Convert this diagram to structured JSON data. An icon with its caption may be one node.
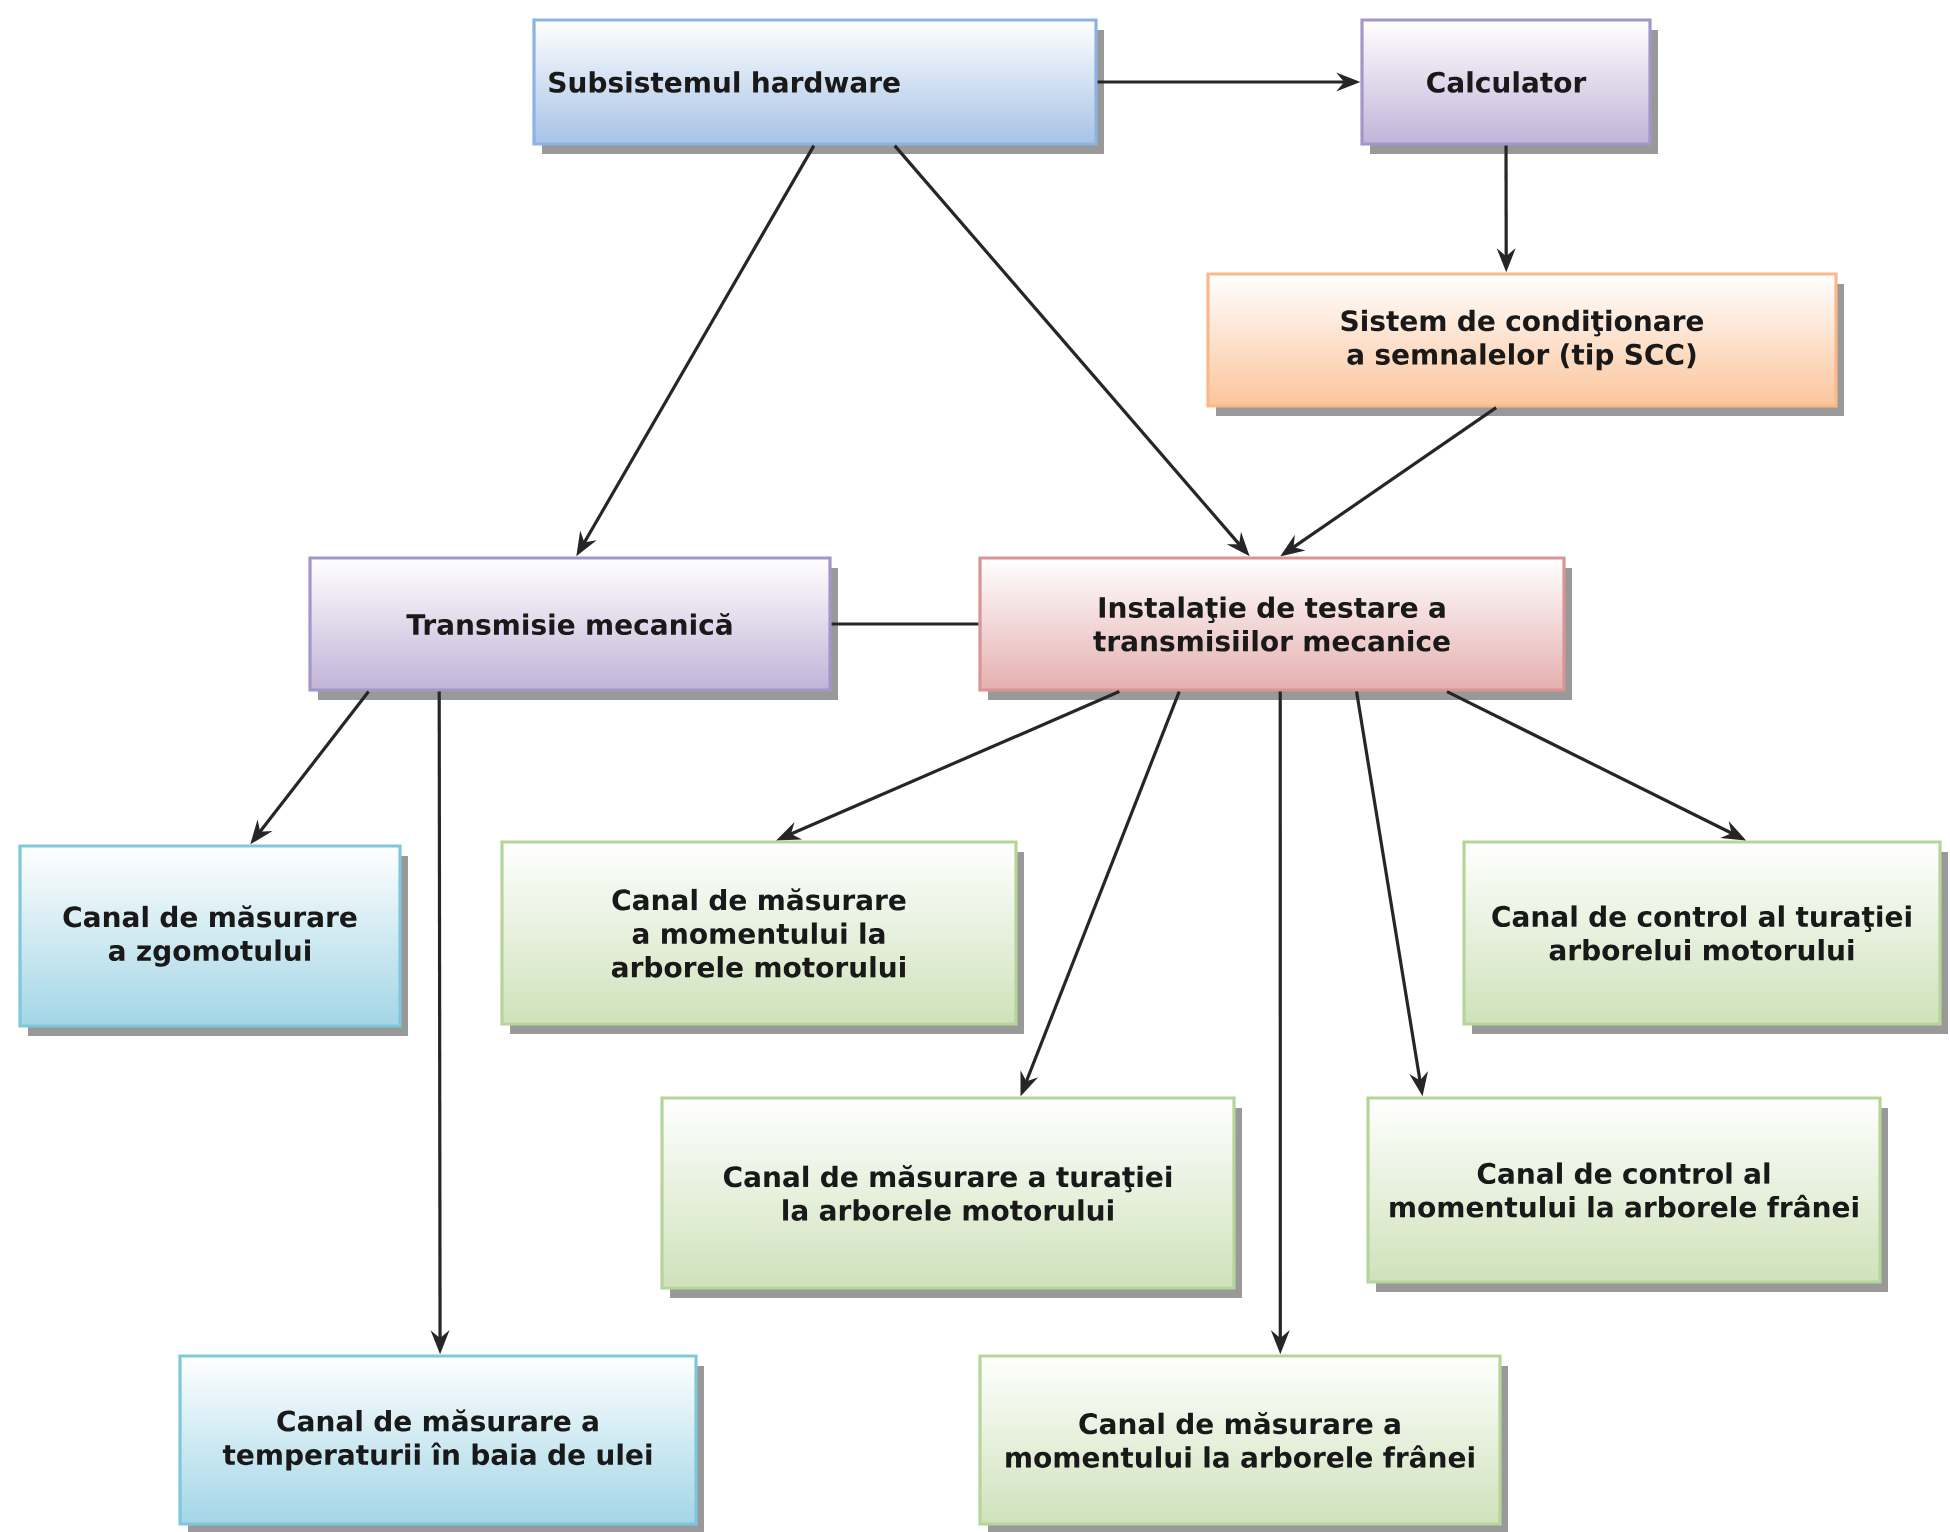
{
  "diagram": {
    "nodes": [
      {
        "text": [
          "Subsistemul hardware"
        ]
      },
      {
        "text": [
          "Calculator"
        ]
      },
      {
        "text": [
          "Sistem de condiţionare a semnalelor (tip SCC)"
        ]
      },
      {
        "text": [
          "Transmisie mecanică"
        ]
      },
      {
        "text": [
          "Instalaţie de testare a transmisiilor mecanice"
        ]
      },
      {
        "text": [
          "Canal de măsurare a zgomotului"
        ]
      },
      {
        "text": [
          "Canal de măsurare a momentului la arborele motorului"
        ]
      },
      {
        "text": [
          "Canal de control al turaţiei arborelui motorului"
        ]
      },
      {
        "text": [
          "Canal de măsurare a turaţiei la arborele motorului"
        ]
      },
      {
        "text": [
          "Canal de control al momentului la arborele frânei"
        ]
      },
      {
        "text": [
          "Canal de măsurare a temperaturii în baia de ulei"
        ]
      },
      {
        "text": [
          "Canal de măsurare a momentului la arborele frânei"
        ]
      }
    ],
    "edges": [
      {
        "from": 0,
        "to": 1,
        "arrow": "to"
      },
      {
        "from": 1,
        "to": 2,
        "arrow": "to"
      },
      {
        "from": 0,
        "to": 3,
        "arrow": "to"
      },
      {
        "from": 0,
        "to": 4,
        "arrow": "to"
      },
      {
        "from": 2,
        "to": 4,
        "arrow": "to"
      },
      {
        "from": 3,
        "to": 4,
        "arrow": "none"
      },
      {
        "from": 3,
        "to": 5,
        "arrow": "to"
      },
      {
        "from": 3,
        "to": 10,
        "arrow": "to"
      },
      {
        "from": 4,
        "to": 6,
        "arrow": "to"
      },
      {
        "from": 4,
        "to": 8,
        "arrow": "to"
      },
      {
        "from": 4,
        "to": 11,
        "arrow": "to"
      },
      {
        "from": 4,
        "to": 9,
        "arrow": "to"
      },
      {
        "from": 4,
        "to": 7,
        "arrow": "to"
      }
    ]
  }
}
